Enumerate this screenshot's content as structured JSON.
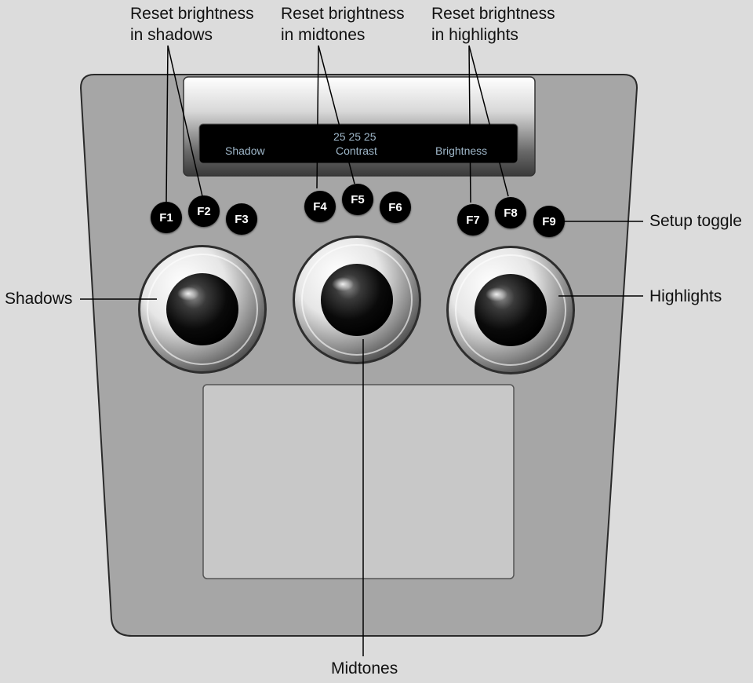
{
  "callouts": {
    "reset_shadows": [
      "Reset brightness",
      "in shadows"
    ],
    "reset_midtones": [
      "Reset brightness",
      "in midtones"
    ],
    "reset_highlights": [
      "Reset brightness",
      "in highlights"
    ],
    "setup_toggle": "Setup toggle",
    "shadows": "Shadows",
    "highlights": "Highlights",
    "midtones": "Midtones"
  },
  "display": {
    "values": "25 25 25",
    "labels": [
      "Shadow",
      "Contrast",
      "Brightness"
    ]
  },
  "function_keys": [
    "F1",
    "F2",
    "F3",
    "F4",
    "F5",
    "F6",
    "F7",
    "F8",
    "F9"
  ],
  "trackballs": [
    "Shadows",
    "Midtones",
    "Highlights"
  ],
  "colors": {
    "background": "#dcdcdc",
    "panel": "#a6a6a6",
    "panel_border": "#2a2a2a",
    "touchpad": "#c8c8c8",
    "lcd": "#000000",
    "lcd_text": "#9fb7c9",
    "key": "#000000",
    "leader_line": "#000000"
  }
}
